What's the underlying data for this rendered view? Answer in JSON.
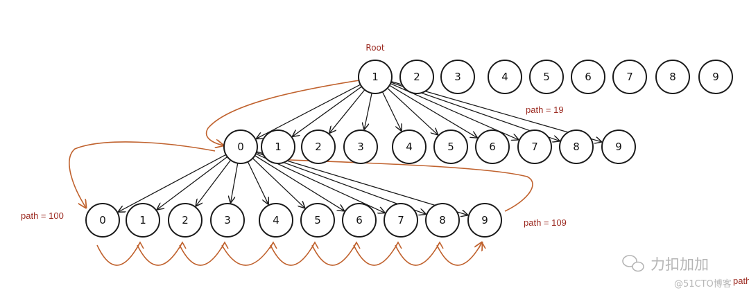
{
  "root_label": "Root",
  "rows": [
    {
      "id": "top",
      "labels": [
        "1",
        "2",
        "3",
        "4",
        "5",
        "6",
        "7",
        "8",
        "9"
      ]
    },
    {
      "id": "level1",
      "labels": [
        "0",
        "1",
        "2",
        "3",
        "4",
        "5",
        "6",
        "7",
        "8",
        "9"
      ]
    },
    {
      "id": "level2",
      "labels": [
        "0",
        "1",
        "2",
        "3",
        "4",
        "5",
        "6",
        "7",
        "8",
        "9"
      ]
    }
  ],
  "annotations": {
    "path19": "path = 19",
    "path100": "path = 100",
    "path109": "path = 109",
    "edge_cut": "path"
  },
  "watermark": {
    "brand": "力扣加加",
    "site": "@51CTO博客"
  },
  "colors": {
    "root_fill": "#e9a8b4",
    "root_stroke": "#9c2b22",
    "arrow_orange": "#c0622e",
    "annotation_red": "#9c2b22"
  }
}
